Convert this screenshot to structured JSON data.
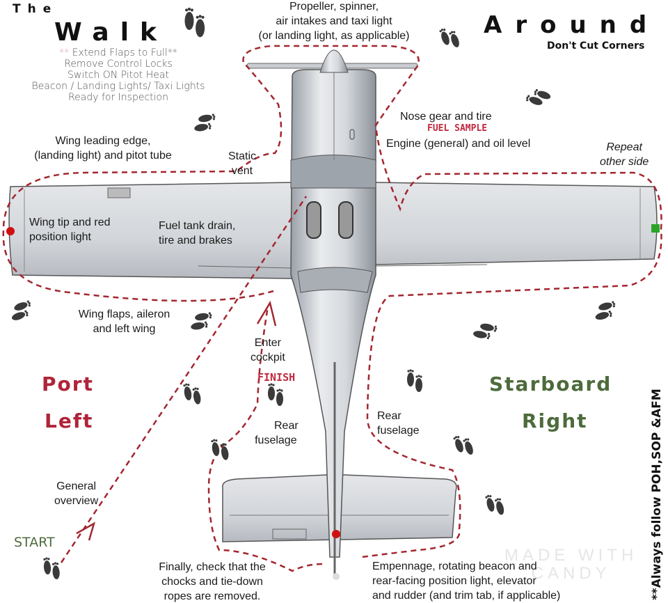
{
  "title": {
    "the": "The",
    "walk": "Walk",
    "around": "Around",
    "tagline": "Don't Cut Corners"
  },
  "checklist": {
    "stars_open": "**",
    "items": [
      "Extend Flaps to Full**",
      "Remove Control Locks",
      "Switch ON Pitot Heat",
      "Beacon / Landing Lights/ Taxi Lights",
      "Ready for Inspection"
    ]
  },
  "labels": {
    "propeller": [
      "Propeller, spinner,",
      "air intakes and taxi light",
      "(or landing light, as applicable)"
    ],
    "nose_gear": "Nose gear and tire",
    "fuel_sample": "FUEL SAMPLE",
    "engine": "Engine (general) and oil level",
    "repeat": [
      "Repeat",
      "other side"
    ],
    "wing_leading": [
      "Wing leading edge,",
      "(landing light) and pitot tube"
    ],
    "static_vent": [
      "Static",
      "vent"
    ],
    "wing_tip": [
      "Wing tip and red",
      "position light"
    ],
    "fuel_drain": [
      "Fuel tank drain,",
      "tire and brakes"
    ],
    "wing_flaps": [
      "Wing flaps, aileron",
      "and left wing"
    ],
    "enter_cockpit": [
      "Enter",
      "cockpit"
    ],
    "finish": "FINISH",
    "rear_fuselage_left": [
      "Rear",
      "fuselage"
    ],
    "rear_fuselage_right": [
      "Rear",
      "fuselage"
    ],
    "general_overview": [
      "General",
      "overview"
    ],
    "start": "START",
    "chocks": [
      "Finally, check that the",
      "chocks and tie-down",
      "ropes are removed."
    ],
    "empennage": [
      "Empennage, rotating beacon and",
      "rear-facing position light, elevator",
      "and rudder (and trim tab, if applicable)"
    ]
  },
  "sides": {
    "port": "Port",
    "left": "Left",
    "starboard": "Starboard",
    "right": "Right"
  },
  "footnote": "**Always follow POH,SOP &AFM",
  "watermark": [
    "MADE WITH",
    "CANDY"
  ],
  "colors": {
    "path": "#a3262f",
    "port": "#b0243a",
    "starboard": "#4d6b3c",
    "plane": "#c9ccd1"
  }
}
